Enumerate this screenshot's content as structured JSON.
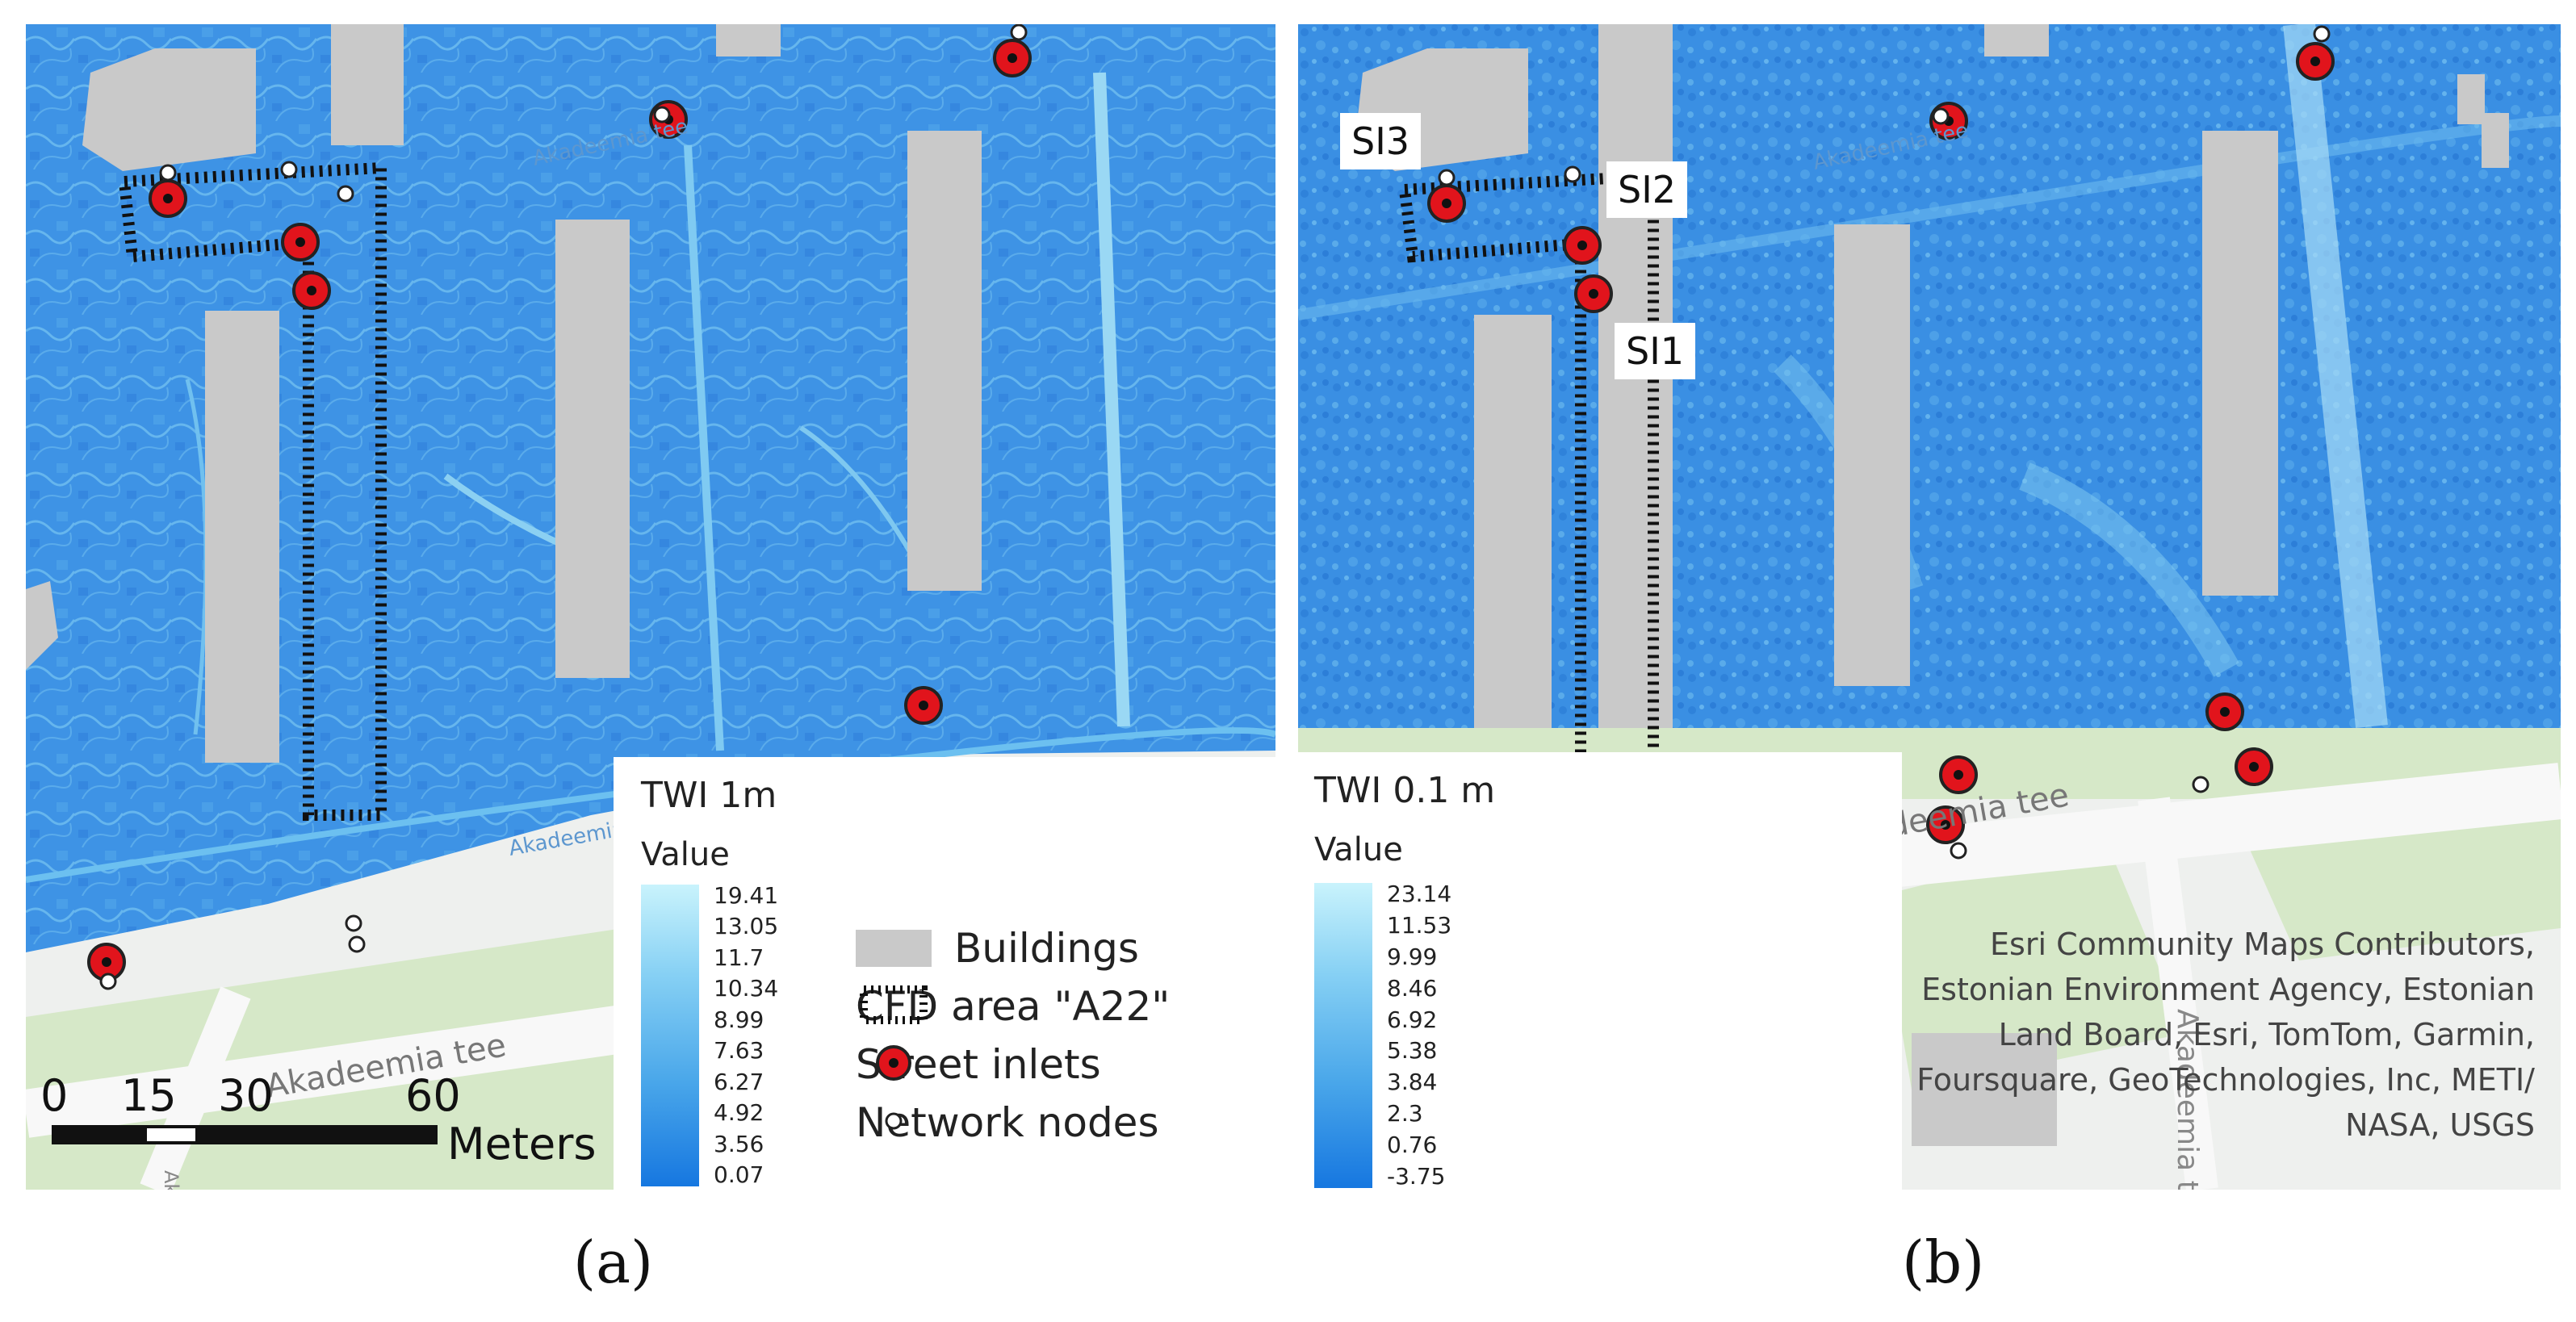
{
  "panel_a": {
    "label": "(a)",
    "legend_title": "TWI 1m",
    "legend_subtitle": "Value",
    "ramp_values": [
      "19.41",
      "13.05",
      "11.7",
      "10.34",
      "8.99",
      "7.63",
      "6.27",
      "4.92",
      "3.56",
      "0.07"
    ],
    "scale_labels": [
      "0",
      "15",
      "30",
      "60"
    ],
    "scale_unit": "Meters",
    "road_labels": [
      "Akadeemia tee",
      "Akadeemia tee",
      "Akadeemia tee",
      "Ak"
    ]
  },
  "panel_b": {
    "label": "(b)",
    "legend_title": "TWI 0.1 m",
    "legend_subtitle": "Value",
    "ramp_values": [
      "23.14",
      "11.53",
      "9.99",
      "8.46",
      "6.92",
      "5.38",
      "3.84",
      "2.3",
      "0.76",
      "-3.75"
    ],
    "site_labels": [
      "SI3",
      "SI2",
      "SI1"
    ],
    "road_labels": [
      "Akadeemia tee",
      "Akadeemia tee",
      "Akadeemia t"
    ],
    "attribution": [
      "Esri Community Maps Contributors,",
      "Estonian Environment Agency, Estonian",
      "Land Board, Esri, TomTom, Garmin,",
      "Foursquare, GeoTechnologies, Inc, METI/",
      "NASA, USGS"
    ]
  },
  "map_legend": {
    "buildings": "Buildings",
    "cfd_area": "CFD area \"A22\"",
    "street_inlets": "Street inlets",
    "network_nodes": "Network nodes"
  },
  "colors": {
    "twi_base": "#3f95e6",
    "twi_light": "#8fd0f2",
    "building": "#c9c9c9",
    "street_inlet": "#e1141c",
    "basemap_green": "#d6e8c8",
    "basemap_road": "#f4f4f4"
  }
}
